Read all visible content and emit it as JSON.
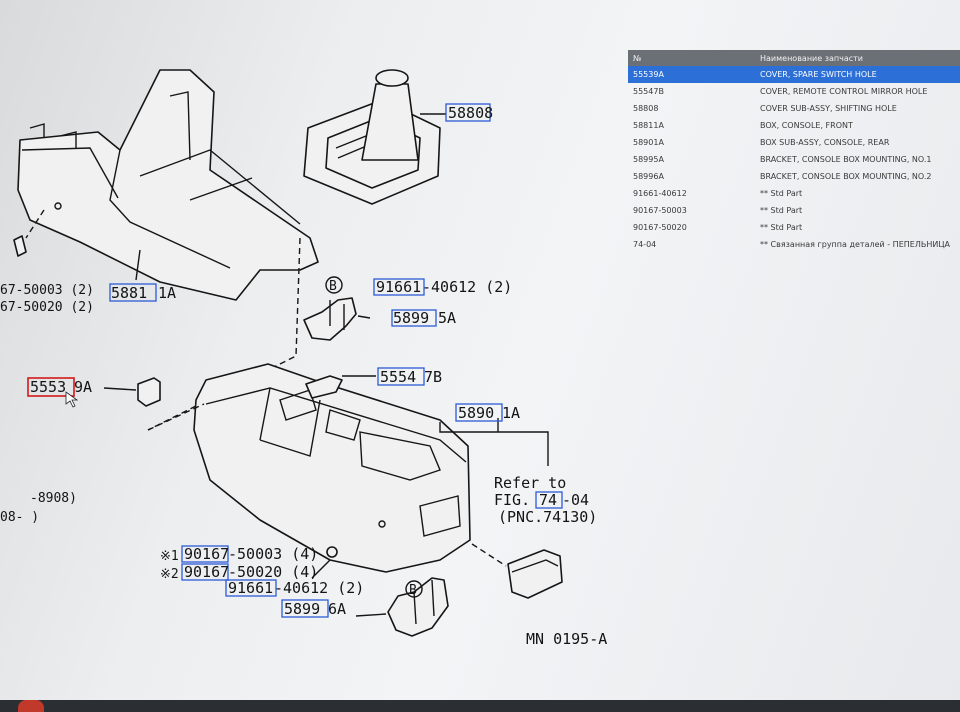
{
  "table": {
    "col_no": "№",
    "col_name": "Наименование запчасти",
    "rows": [
      {
        "no": "55539A",
        "name": "COVER, SPARE SWITCH HOLE",
        "selected": true
      },
      {
        "no": "55547B",
        "name": "COVER, REMOTE CONTROL MIRROR HOLE"
      },
      {
        "no": "58808",
        "name": "COVER SUB-ASSY, SHIFTING HOLE"
      },
      {
        "no": "58811A",
        "name": "BOX, CONSOLE, FRONT"
      },
      {
        "no": "58901A",
        "name": "BOX SUB-ASSY, CONSOLE, REAR"
      },
      {
        "no": "58995A",
        "name": "BRACKET, CONSOLE BOX MOUNTING, NO.1"
      },
      {
        "no": "58996A",
        "name": "BRACKET, CONSOLE BOX MOUNTING, NO.2"
      },
      {
        "no": "91661-40612",
        "name": "** Std Part"
      },
      {
        "no": "90167-50003",
        "name": "** Std Part"
      },
      {
        "no": "90167-50020",
        "name": "** Std Part"
      },
      {
        "no": "74-04",
        "name": "** Связанная группа деталей - ПЕПЕЛЬНИЦА"
      }
    ]
  },
  "diagram": {
    "labels": {
      "p58808": "58808",
      "p58811a_a": "5881",
      "p58811a_b": "1A",
      "left_a": "67-50003 (2)",
      "left_b": "67-50020 (2)",
      "bolt_b1": "B",
      "p91661_top_a": "91661",
      "p91661_top_b": "-40612 (2)",
      "p58995a_a": "5899",
      "p58995a_b": "5A",
      "p55539a_a": "5553",
      "p55539a_b": "9A",
      "p55547b_a": "5554",
      "p55547b_b": "7B",
      "p58901a_a": "5890",
      "p58901a_b": "1A",
      "refer_to": "Refer to",
      "fig_a": "FIG.",
      "fig_b": "74",
      "fig_c": "-04",
      "pnc": "(PNC.74130)",
      "date_a": "-8908)",
      "date_b": "08-    )",
      "s1_a": "※1",
      "s1_b": "90167",
      "s1_c": "-50003 (4)",
      "s2_a": "※2",
      "s2_b": "90167",
      "s2_c": "-50020 (4)",
      "p91661_bot_a": "91661",
      "p91661_bot_b": "-40612 (2)",
      "bolt_b2": "B",
      "p58996a_a": "5899",
      "p58996a_b": "6A",
      "diagram_code": "MN 0195-A"
    }
  }
}
